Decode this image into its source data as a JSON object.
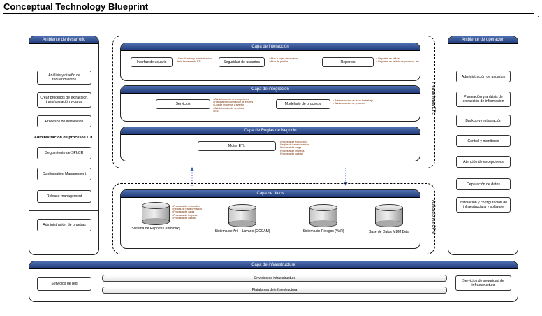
{
  "title": "Conceptual Technology Blueprint",
  "left_panel": {
    "header": "Ambiente de desarrollo",
    "items": [
      "Análisis y diseño de requerimientos",
      "Crear procesos de extracción, transformación y carga",
      "Procesos de instalación"
    ],
    "itil_header": "Administración de procesos ITIL",
    "itil_items": [
      "Seguimiento de SPI/CR",
      "Configuration Management",
      "Release management"
    ],
    "bottom_item": "Administración de pruebas"
  },
  "right_panel": {
    "header": "Ambiente de operación",
    "items": [
      "Administración de usuarios",
      "Planeación y análisis de extracción de información",
      "Backup y restauración",
      "Control y monitoreo",
      "Atención de excepciones",
      "Depuración de datos",
      "Instalación y configuración de infraestructura y software"
    ]
  },
  "etl_tools_label": "Herramienta ETL",
  "cpm_apps_label": "Aplicaciones CPM",
  "interaction": {
    "header": "Capa de interacción",
    "ui": "Interfaz de usuario",
    "ui_notes": [
      "Visualización y administración de la herramienta ETL"
    ],
    "security": "Seguridad de usuarios",
    "security_notes": [
      "Altas y bajas de usuarios",
      "Altas de perfiles"
    ],
    "reports": "Reportes",
    "reports_notes": [
      "Reportes de utilidad",
      "Reportes de estado de procesos, etc."
    ]
  },
  "integration": {
    "header": "Capa de integración",
    "services": "Servicios",
    "services_notes": [
      "Administración de excepciones",
      "Historial y recuperación de errores",
      "Log de procesos y eventos",
      "Administrador de servicios",
      "Etc."
    ],
    "modeling": "Modelado de procesos",
    "modeling_notes": [
      "Administración de flujos de trabajo",
      "Administración de procesos"
    ]
  },
  "business": {
    "header": "Capa de Reglas de Negocio",
    "engine": "Motor ETL",
    "engine_notes": [
      "Procesos de extracción",
      "Reglas de transformación",
      "Procesos de carga",
      "Procesos de limpieza",
      "Procesos de calidad"
    ]
  },
  "data_layer": {
    "header": "Capa de datos",
    "db_notes": [
      "Procesos de extracción",
      "Reglas de transformación",
      "Procesos de carga",
      "Procesos de limpieza",
      "Procesos de calidad"
    ],
    "dbs": [
      {
        "name": "Sistema de Reportes (Informix)"
      },
      {
        "name": "Sistema de Arti – Lavado (OCCAM)"
      },
      {
        "name": "Sistema de Riesgos (VAR)"
      },
      {
        "name": "Base de Datos MDM Beta"
      }
    ]
  },
  "infrastructure": {
    "header": "Capa de infraestructura",
    "network": "Servicios de red",
    "infra_services": "Servicios de infraestructura",
    "infra_platform": "Plataforma de infraestructura",
    "security_services": "Servicios de seguridad de infraestructura"
  },
  "colors": {
    "header_top": "#4f6fb0",
    "header_bottom": "#1f3a78",
    "arrow": "#3a64b0",
    "note_text": "#7a2a00"
  }
}
